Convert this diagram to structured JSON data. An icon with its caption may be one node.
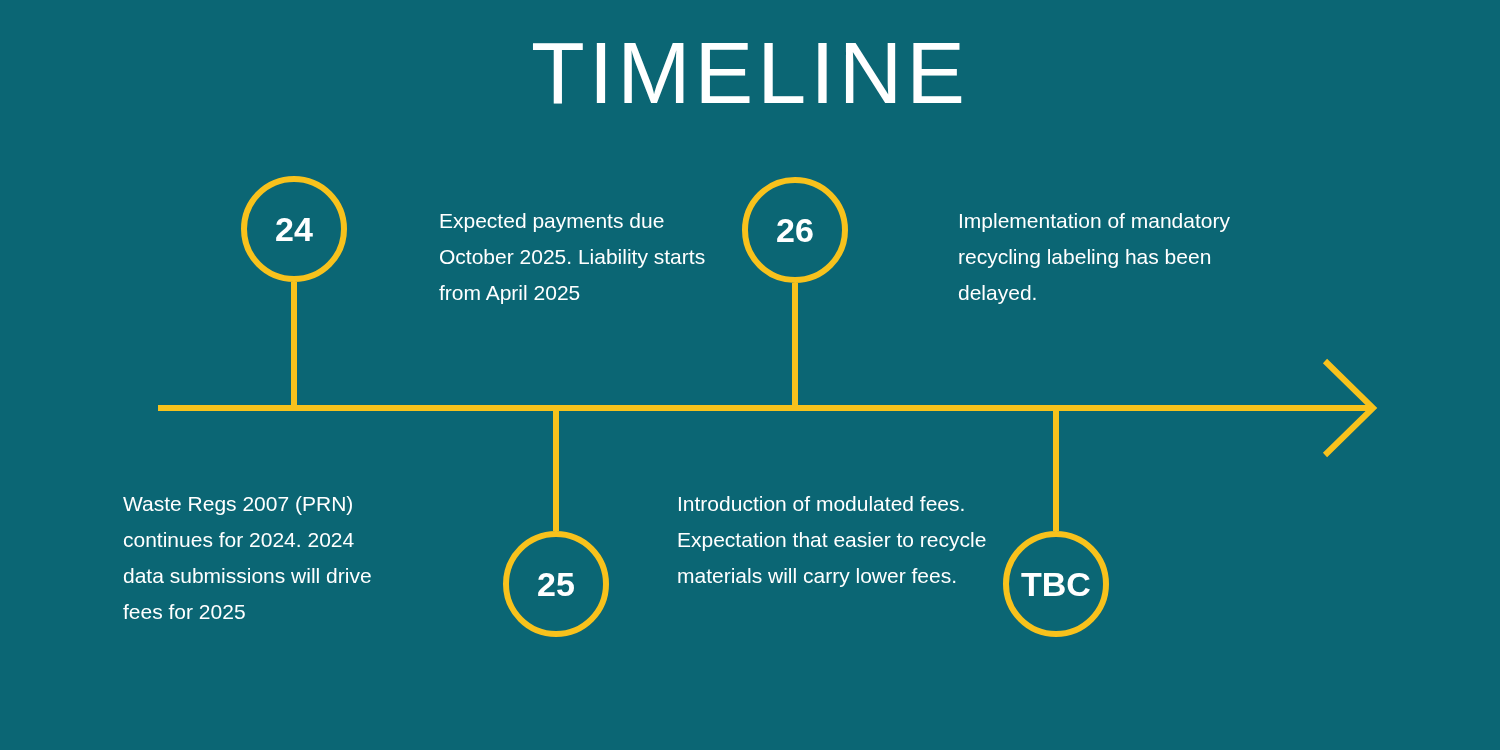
{
  "diagram": {
    "title": "TIMELINE",
    "nodes": [
      {
        "text": [
          "24"
        ]
      },
      {
        "text": [
          "26"
        ]
      },
      {
        "text": [],
        "shape": "bar"
      },
      {
        "text": [
          "25"
        ]
      },
      {
        "text": [
          "TBC"
        ]
      }
    ],
    "edges": [
      {
        "from": 0,
        "to": 2,
        "arrow": "none"
      },
      {
        "from": 1,
        "to": 2,
        "arrow": "none"
      },
      {
        "from": 3,
        "to": 2,
        "arrow": "none"
      },
      {
        "from": 4,
        "to": 2,
        "arrow": "none"
      }
    ],
    "labels": [
      "Expected payments due October 2025. Liability starts from April 2025",
      "Implementation of mandatory recycling labeling has been delayed.",
      "Waste Regs 2007 (PRN) continues for 2024. 2024 data submissions will drive fees for 2025",
      "Introduction of modulated fees. Expectation that easier to recycle materials will carry lower fees."
    ]
  }
}
